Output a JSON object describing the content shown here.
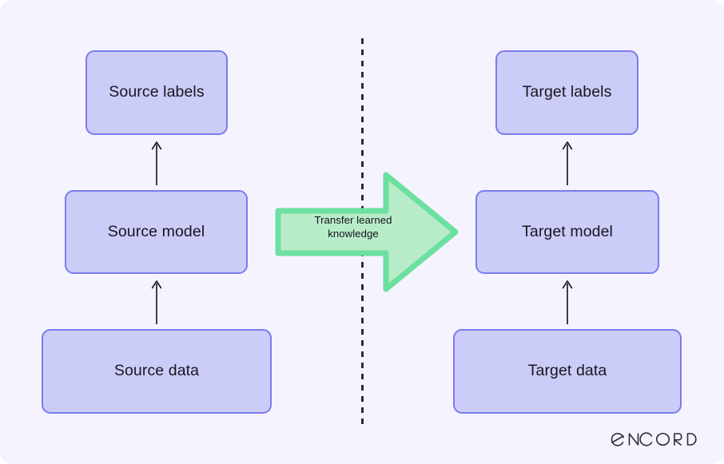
{
  "diagram": {
    "title": "Transfer learning diagram",
    "background_color": "#f5f3fd",
    "box_fill_color": "#ccccf9",
    "box_border_color": "#7b7bf0",
    "arrow_fill_color": "#b8ecc9",
    "arrow_border_color": "#6ce0a0",
    "divider_color": "#2b2b38",
    "connector_color": "#1e1e2a",
    "text_color": "#16161f"
  },
  "source_column": {
    "labels_box": "Source labels",
    "model_box": "Source model",
    "data_box": "Source data"
  },
  "target_column": {
    "labels_box": "Target labels",
    "model_box": "Target model",
    "data_box": "Target data"
  },
  "transfer": {
    "line1": "Transfer learned",
    "line2": "knowledge"
  },
  "branding": {
    "logo_text": "encord"
  }
}
